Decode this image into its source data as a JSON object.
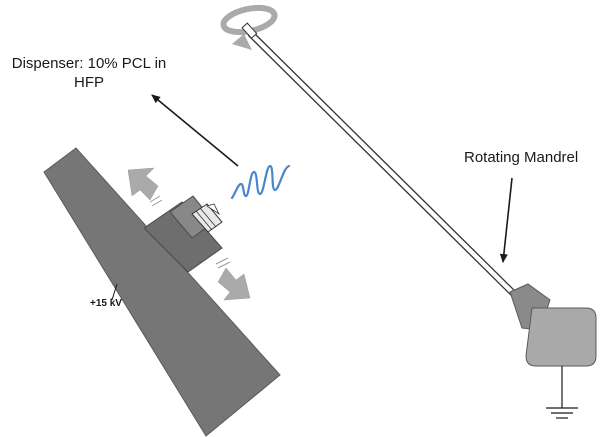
{
  "labels": {
    "dispenser_line1": "Dispenser: 10% PCL in",
    "dispenser_line2": "HFP",
    "mandrel": "Rotating Mandrel",
    "voltage": "+15 kV"
  },
  "colors": {
    "dark_gray": "#767676",
    "mid_gray": "#8a8a8a",
    "light_gray": "#a9a9a9",
    "arrow_gray": "#aaaaaa",
    "fiber_blue": "#4a86c8",
    "line_black": "#1a1a1a"
  },
  "icons": {
    "rotation": "rotation-arrow-icon",
    "ground": "ground-icon"
  }
}
